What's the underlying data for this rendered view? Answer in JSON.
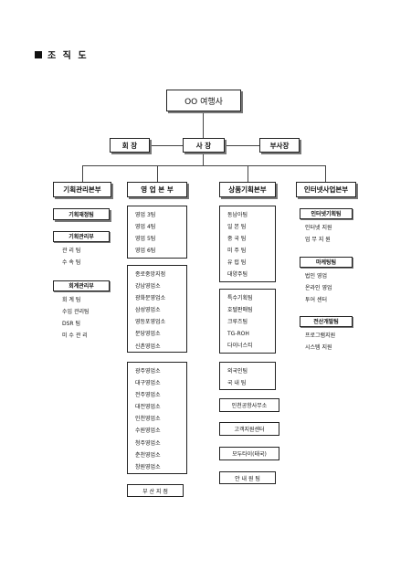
{
  "heading": "조 직 도",
  "top": {
    "ceo_company": "OO 여행사",
    "chairman": "회 장",
    "president": "사 장",
    "vice_president": "부사장"
  },
  "divisions": {
    "planning": "기획관리본부",
    "sales": "영 업 본 부",
    "product": "상품기획본부",
    "internet": "인터넷사업본부"
  },
  "planning": {
    "strategy_team": "기획재정팀",
    "planning_dept": {
      "title": "기획관리부",
      "items": [
        "관 리 팀",
        "수 속 팀"
      ]
    },
    "accounting_dept": {
      "title": "회계관리부",
      "items": [
        "회 계 팀",
        "수입 관리팀",
        "DSR 팀",
        "미 수 관 리"
      ]
    }
  },
  "sales": {
    "teams": [
      "영업 3팀",
      "영업 4팀",
      "영업 5팀",
      "영업 6팀"
    ],
    "seoul_offices": [
      "종로중앙지점",
      "강남영업소",
      "광화문영업소",
      "삼성영업소",
      "영등포영업소",
      "분당영업소",
      "신촌영업소"
    ],
    "regional_offices": [
      "광주영업소",
      "대구영업소",
      "전주영업소",
      "대전영업소",
      "인천영업소",
      "수원영업소",
      "청주영업소",
      "춘천영업소",
      "창원영업소"
    ],
    "busan": "부 산 지 점"
  },
  "product": {
    "regions": [
      "동남아팀",
      "일 본 팀",
      "중 국 팀",
      "미 주 팀",
      "유 럽 팀",
      "대양주팀"
    ],
    "special": [
      "특수기획팀",
      "호텔판매팀",
      "크루즈팀",
      "TG-ROH",
      "다이너스티"
    ],
    "domestic": [
      "외국인팀",
      "국 내 팀"
    ],
    "airport": "인천공항사무소",
    "customer": "고객지원센터",
    "overseas": "모두타이(태국)",
    "guide": "안 내 원 팀"
  },
  "internet": {
    "strategy": {
      "title": "인터넷기획팀",
      "items": [
        "인터넷 지원",
        "업 무 지 원"
      ]
    },
    "marketing": {
      "title": "마케팅팀",
      "items": [
        "법인 영업",
        "온라인 영업",
        "투어 센터"
      ]
    },
    "it": {
      "title": "전산개발팀",
      "items": [
        "프로그램지원",
        "시스템 지원"
      ]
    }
  }
}
